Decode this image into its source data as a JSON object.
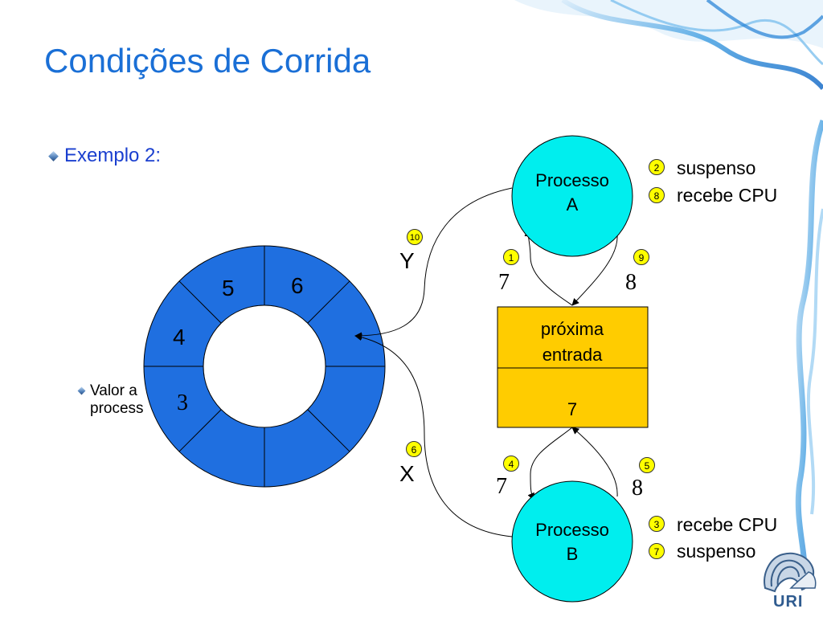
{
  "title": "Condições de Corrida",
  "bullets": {
    "main": "Exemplo 2:",
    "sub_line1": "Valor a",
    "sub_line2": "process"
  },
  "buffer": {
    "slots": [
      "5",
      "6",
      "4",
      "3"
    ]
  },
  "process_a": {
    "line1": "Processo",
    "line2": "A"
  },
  "process_b": {
    "line1": "Processo",
    "line2": "B"
  },
  "next_entry": {
    "line1": "próxima",
    "line2": "entrada",
    "value": "7"
  },
  "arrow_labels": {
    "y": "Y",
    "x": "X",
    "a_left": "7",
    "a_right": "8",
    "b_left": "7",
    "b_right": "8"
  },
  "badges": {
    "b10": "10",
    "b1": "1",
    "b9": "9",
    "b6": "6",
    "b4": "4",
    "b5": "5",
    "b2": "2",
    "b8": "8",
    "b3": "3",
    "b7": "7"
  },
  "legend_a": {
    "l1": "suspenso",
    "l2": "recebe CPU"
  },
  "legend_b": {
    "l1": "recebe CPU",
    "l2": "suspenso"
  },
  "logo": {
    "text": "URI"
  },
  "colors": {
    "title": "#1a6fd6",
    "ring": "#1f6fe0",
    "process": "#00eeee",
    "entry_box": "#ffcc00",
    "badge": "#ffff00"
  },
  "icons": [
    "bullet-diamond-icon",
    "uri-logo-icon",
    "smoke-decoration"
  ]
}
